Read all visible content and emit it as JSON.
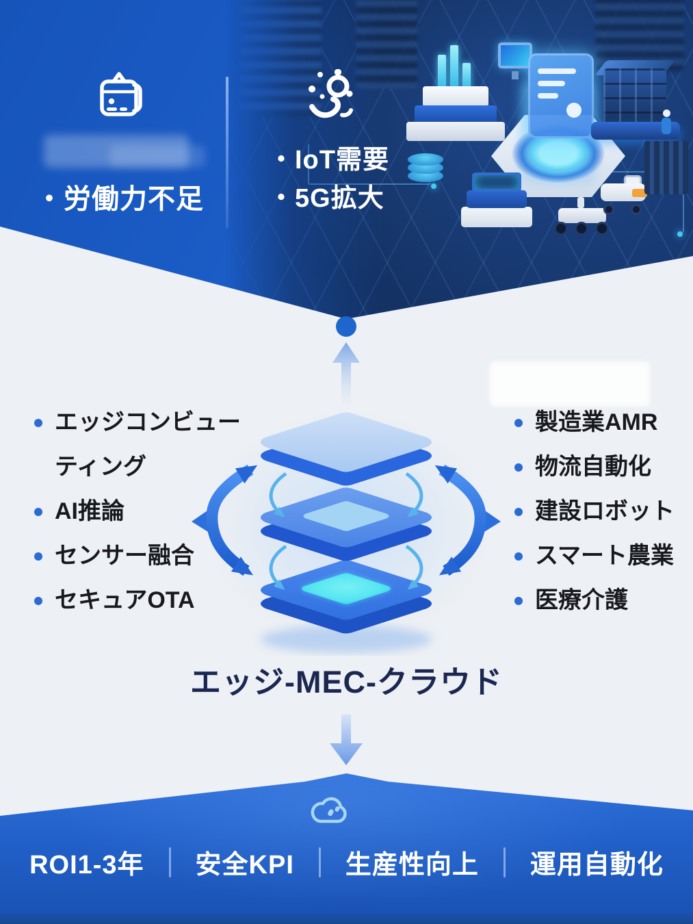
{
  "poster": {
    "title": "エッジ-MEC-クラウド"
  },
  "header": {
    "drivers_left": {
      "icon": "badge-icon",
      "items": [
        "・労働力不足"
      ]
    },
    "drivers_right": {
      "icon": "gear-icon",
      "items": [
        "・IoT需要",
        "・5G拡大"
      ]
    }
  },
  "capabilities": {
    "items": [
      "エッジコンビューティング",
      "AI推論",
      "センサー融合",
      "セキュアOTA"
    ]
  },
  "applications": {
    "items": [
      "製造業AMR",
      "物流自動化",
      "建設ロボット",
      "スマート農業",
      "医療介護"
    ]
  },
  "footer": {
    "icon": "cloud-icon",
    "items": [
      "ROI1-3年",
      "安全KPI",
      "生産性向上",
      "運用自動化"
    ]
  },
  "colors": {
    "header_blue": "#1b5cc6",
    "illustration_navy": "#143263",
    "accent_blue": "#2a6bd4",
    "cyan_glow": "#3fd9ee",
    "title_navy": "#1b2750",
    "text_dark": "#17191e",
    "band_blue": "#2160c9",
    "white": "#ffffff"
  },
  "icons": {
    "badge": "badge-icon",
    "gear": "gear-icon",
    "cloud": "cloud-icon",
    "stack": "layer-stack-illustration",
    "arrows": "cycle-arrows"
  }
}
